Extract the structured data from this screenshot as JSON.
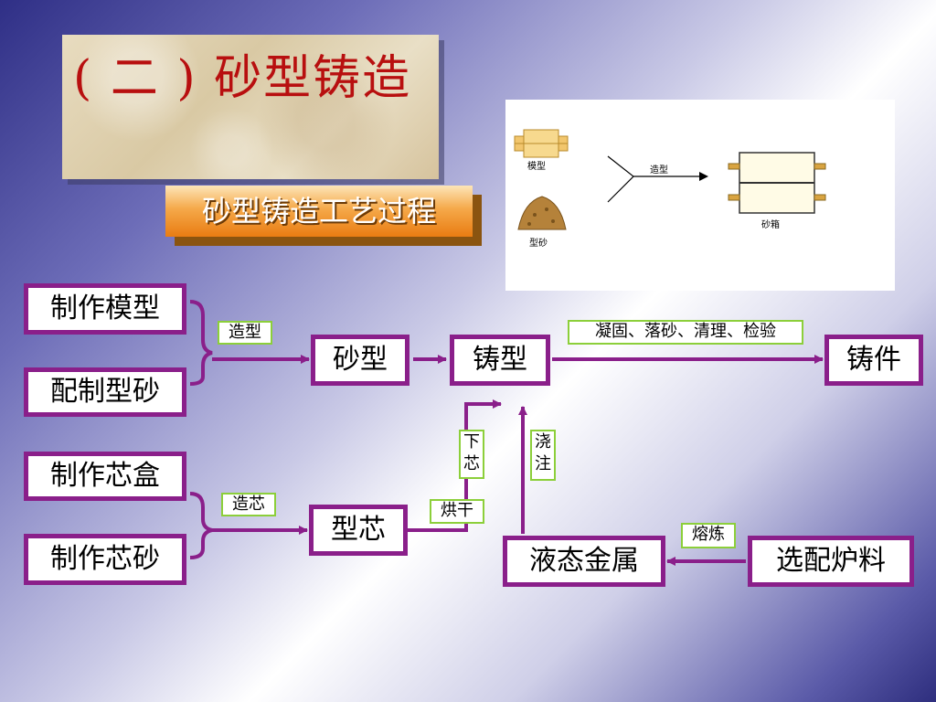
{
  "title": "( 二 )  砂型铸造",
  "subtitle": "砂型铸造工艺过程",
  "figure": {
    "label_pattern": "模型",
    "label_molding": "造型",
    "label_sand": "型砂",
    "label_flask": "砂箱"
  },
  "nodes": {
    "make_pattern": "制作模型",
    "prepare_sand": "配制型砂",
    "make_core_box": "制作芯盒",
    "make_core_sand": "制作芯砂",
    "sand_mold": "砂型",
    "casting_mold": "铸型",
    "casting": "铸件",
    "core": "型芯",
    "molten_metal": "液态金属",
    "charge": "选配炉料"
  },
  "edge_labels": {
    "molding": "造型",
    "core_making": "造芯",
    "finishing": "凝固、落砂、清理、检验",
    "set_core": "下芯",
    "pour": "浇注",
    "dry": "烘干",
    "melt": "熔炼"
  },
  "colors": {
    "node_border": "#8a1f8a",
    "arrow": "#8a1f8a",
    "label_border": "#8ccf3a",
    "title_text": "#b80f0f",
    "subtitle_bg": "#f5a94a"
  }
}
